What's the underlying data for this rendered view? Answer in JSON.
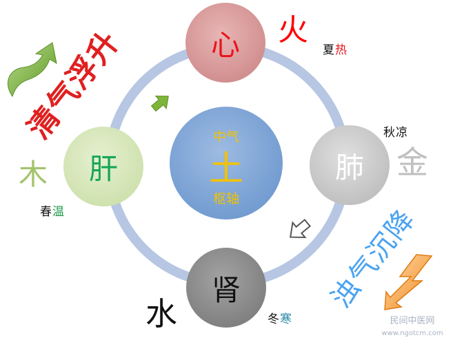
{
  "center": {
    "top_label": "中气",
    "main_char": "土",
    "bottom_label": "枢轴",
    "color": "#f2c200",
    "fill": "#7fa6d6"
  },
  "organs": {
    "heart": {
      "char": "心",
      "element": "火",
      "season_a": "夏",
      "season_b": "热"
    },
    "lung": {
      "char": "肺",
      "element": "金",
      "season_a": "秋",
      "season_b": "凉"
    },
    "kidney": {
      "char": "肾",
      "element": "水",
      "season_a": "冬",
      "season_b": "寒"
    },
    "liver": {
      "char": "肝",
      "element": "木",
      "season_a": "春",
      "season_b": "温"
    }
  },
  "flows": {
    "ascending": "清气浮升",
    "descending": "浊气沉降"
  },
  "watermark": {
    "site": "民间中医网",
    "url": "www.ngotcm.com"
  },
  "colors": {
    "ring": "#b6c6e3",
    "heart_fill": "#d99a9a",
    "heart_char": "#e8151b",
    "fire": "#ff0000",
    "lung_fill": "#c9c9c9",
    "metal": "#c0c0c0",
    "kidney_fill": "#8c8c8c",
    "water": "#111111",
    "liver_fill": "#d4e6b5",
    "wood_char": "#18a55a",
    "wood": "#a3c36b",
    "ascending": "#e02020",
    "descending": "#4aa3f0",
    "green_arrow": "#7fb43a",
    "orange_arrow": "#f79a33",
    "cold_color": "#2a8aa8",
    "warm_color": "#1b9a4a",
    "heat_color": "#e8151b"
  },
  "icons": [
    "green-up-arrow-icon",
    "gray-down-arrow-icon",
    "green-curved-arrow-icon",
    "orange-zigzag-arrow-icon"
  ]
}
